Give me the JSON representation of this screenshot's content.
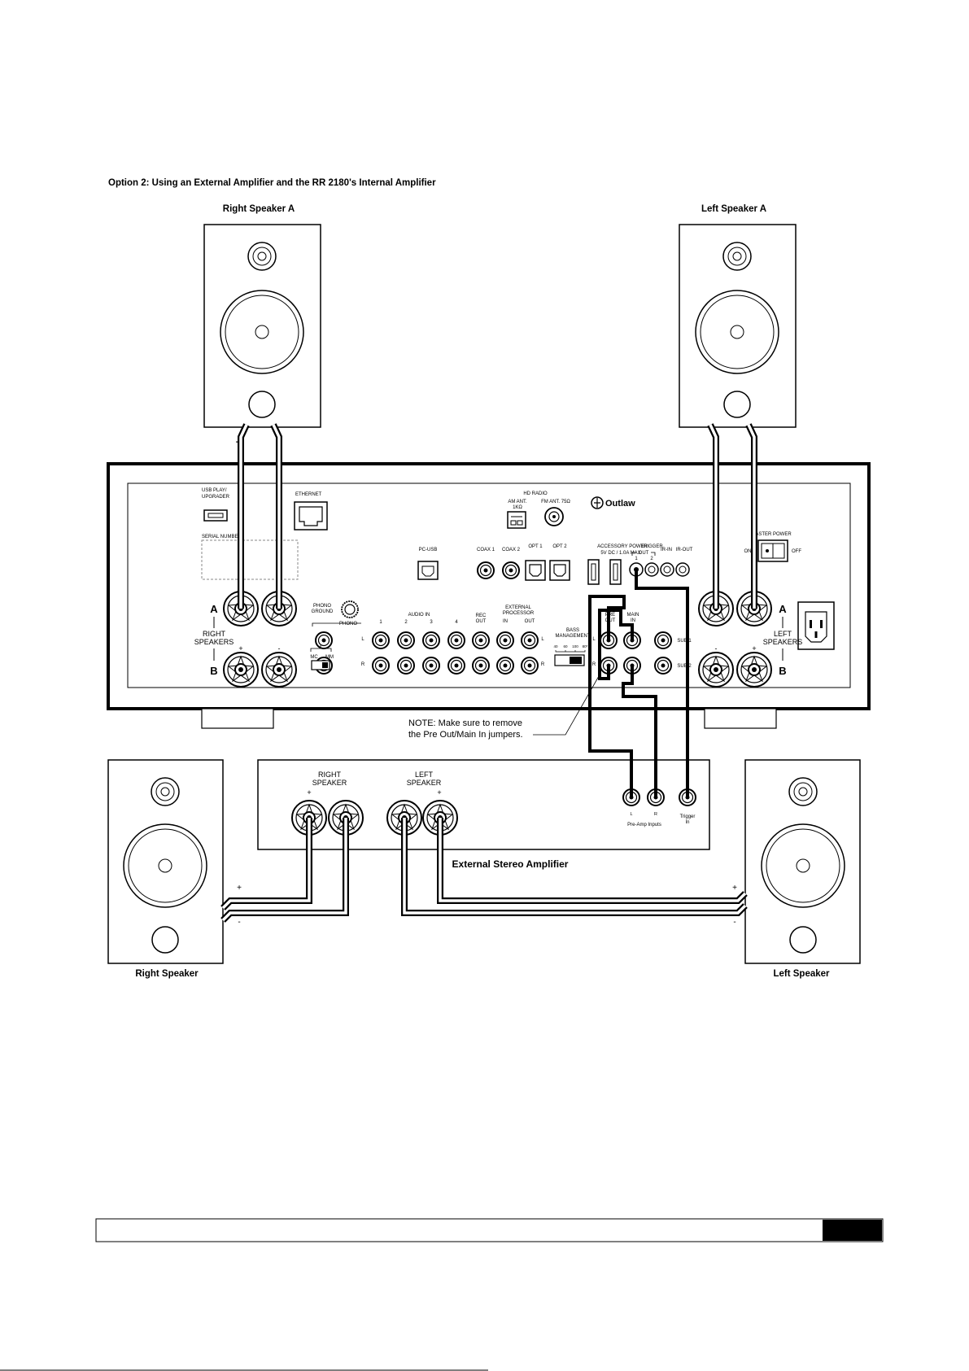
{
  "page": {
    "heading": "Option 2: Using an External Amplifier and the RR 2180's Internal Amplifier"
  },
  "speakers": {
    "right_a": "Right Speaker A",
    "left_a": "Left Speaker A",
    "right": "Right Speaker",
    "left": "Left Speaker",
    "polarity_plus": "+",
    "polarity_minus": "-"
  },
  "receiver": {
    "brand": "Outlaw",
    "usb_play": "USB PLAY/",
    "upgrader": "UPGRADER",
    "ethernet": "ETHERNET",
    "serial_number": "SERIAL NUMBER:",
    "hd_radio": "HD RADIO",
    "am_ant": "AM ANT.",
    "am_ohm": "1KΩ",
    "fm_ant": "FM ANT. 75Ω",
    "pc_usb": "PC-USB",
    "coax1": "COAX 1",
    "coax2": "COAX 2",
    "opt1": "OPT 1",
    "opt2": "OPT 2",
    "accessory_power": "ACCESSORY POWER",
    "accessory_spec": "5V DC / 1.0A MAX",
    "trigger": "TRIGGER",
    "trigger_out": "OUT",
    "trigger_1": "1",
    "trigger_2": "2",
    "ir_in": "IR-IN",
    "ir_out": "IR-OUT",
    "master_power": "MASTER POWER",
    "on": "ON",
    "off": "OFF",
    "phono_ground_1": "PHONO",
    "phono_ground_2": "GROUND",
    "phono": "PHONO",
    "mc": "MC",
    "mm": "MM",
    "audio_in": "AUDIO IN",
    "audio_nums": [
      "1",
      "2",
      "3",
      "4"
    ],
    "rec_1": "REC",
    "rec_2": "OUT",
    "ext_proc_1": "EXTERNAL",
    "ext_proc_2": "PROCESSOR",
    "ext_in": "IN",
    "ext_out": "OUT",
    "bass_1": "BASS",
    "bass_2": "MANAGEMENT",
    "bass_freqs": [
      "40",
      "60",
      "100",
      "80*"
    ],
    "pre_1": "PRE",
    "pre_2": "OUT",
    "main_1": "MAIN",
    "main_2": "IN",
    "sub1": "SUB 1",
    "sub2": "SUB 2",
    "ch_l": "L",
    "ch_r": "R",
    "spk_a": "A",
    "spk_b": "B",
    "right_spk_1": "RIGHT",
    "right_spk_2": "SPEAKERS",
    "left_spk_1": "LEFT",
    "left_spk_2": "SPEAKERS"
  },
  "note": {
    "line1": "NOTE: Make sure to remove",
    "line2": "the Pre Out/Main In jumpers."
  },
  "amplifier": {
    "title": "External Stereo Amplifier",
    "right_1": "RIGHT",
    "right_2": "SPEAKER",
    "left_1": "LEFT",
    "left_2": "SPEAKER",
    "in_l": "L",
    "in_r": "R",
    "preamp_inputs": "Pre-Amp Inputs",
    "trigger_1": "Trigger",
    "trigger_2": "In"
  },
  "colors": {
    "ink": "#000000",
    "paper": "#ffffff",
    "light_line": "#888888"
  }
}
